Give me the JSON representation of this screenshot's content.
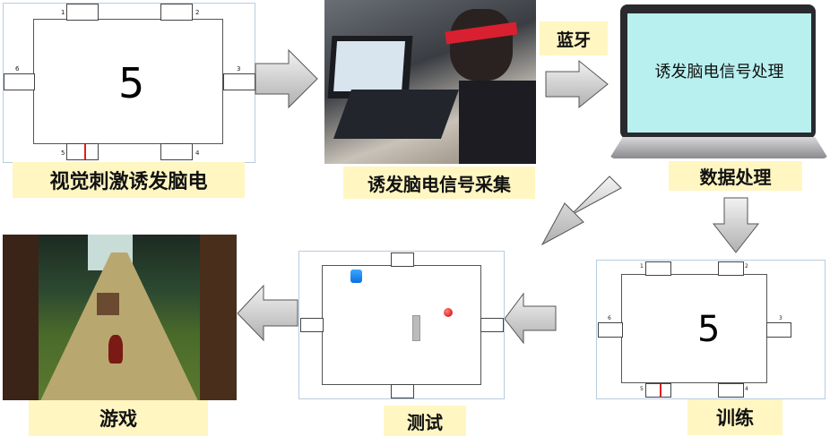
{
  "stimulus_panel": {
    "digit": "5",
    "targets": [
      "1",
      "2",
      "3",
      "4",
      "5",
      "6"
    ]
  },
  "training_panel": {
    "digit": "5",
    "targets": [
      "1",
      "2",
      "3",
      "4",
      "5",
      "6"
    ]
  },
  "labels": {
    "visual_stimulus": "视觉刺激诱发脑电",
    "signal_acquisition": "诱发脑电信号采集",
    "bluetooth": "蓝牙",
    "data_processing": "数据处理",
    "training": "训练",
    "testing": "测试",
    "game": "游戏"
  },
  "laptop_screen_text": "诱发脑电信号处理",
  "colors": {
    "label_bg": "#fff6c2",
    "screen": "#b8f0f0",
    "arrow": "#c8c8c8",
    "ball": "#e01010",
    "cursor": "#1e8ef0"
  }
}
